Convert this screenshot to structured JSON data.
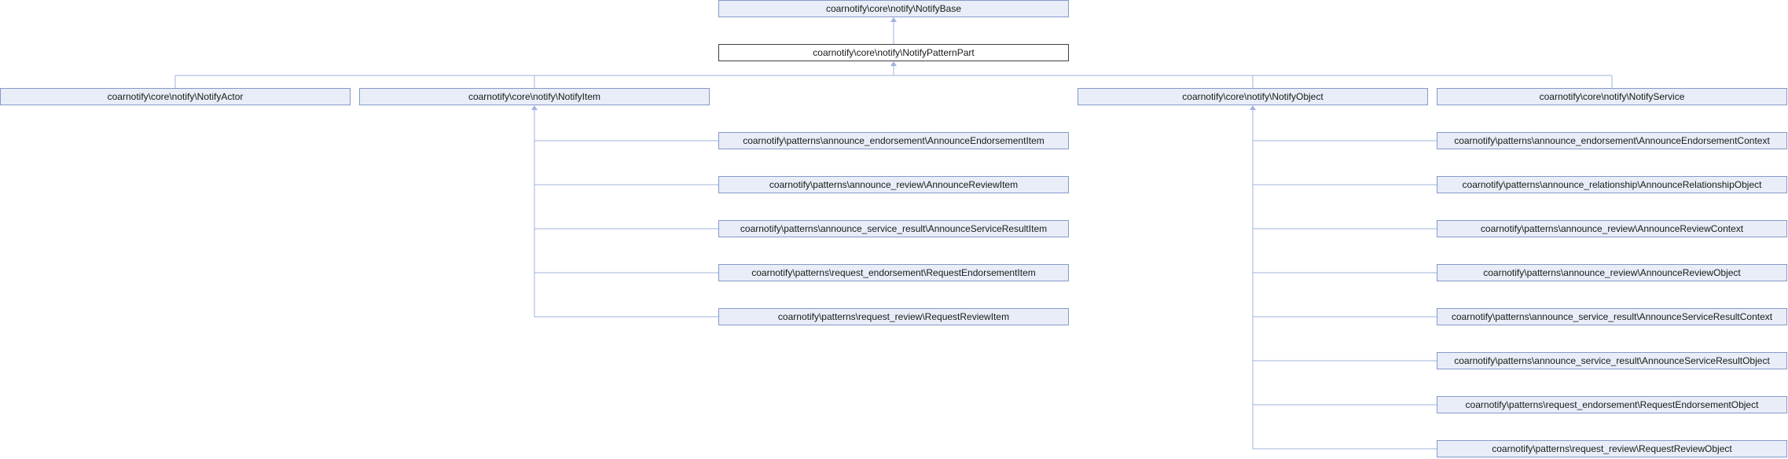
{
  "diagram": {
    "colors": {
      "node_fill": "#e8edf7",
      "node_border": "#8699c9",
      "current_fill": "#ffffff",
      "current_border": "#404040",
      "edge": "#9fb3dd"
    },
    "nodes": {
      "notify_base": "coarnotify\\core\\notify\\NotifyBase",
      "notify_pattern_part": "coarnotify\\core\\notify\\NotifyPatternPart",
      "notify_actor": "coarnotify\\core\\notify\\NotifyActor",
      "notify_item": "coarnotify\\core\\notify\\NotifyItem",
      "notify_object": "coarnotify\\core\\notify\\NotifyObject",
      "notify_service": "coarnotify\\core\\notify\\NotifyService",
      "announce_endorsement_item": "coarnotify\\patterns\\announce_endorsement\\AnnounceEndorsementItem",
      "announce_review_item": "coarnotify\\patterns\\announce_review\\AnnounceReviewItem",
      "announce_service_result_item": "coarnotify\\patterns\\announce_service_result\\AnnounceServiceResultItem",
      "request_endorsement_item": "coarnotify\\patterns\\request_endorsement\\RequestEndorsementItem",
      "request_review_item": "coarnotify\\patterns\\request_review\\RequestReviewItem",
      "announce_endorsement_context": "coarnotify\\patterns\\announce_endorsement\\AnnounceEndorsementContext",
      "announce_relationship_object": "coarnotify\\patterns\\announce_relationship\\AnnounceRelationshipObject",
      "announce_review_context": "coarnotify\\patterns\\announce_review\\AnnounceReviewContext",
      "announce_review_object": "coarnotify\\patterns\\announce_review\\AnnounceReviewObject",
      "announce_service_result_context": "coarnotify\\patterns\\announce_service_result\\AnnounceServiceResultContext",
      "announce_service_result_object": "coarnotify\\patterns\\announce_service_result\\AnnounceServiceResultObject",
      "request_endorsement_object": "coarnotify\\patterns\\request_endorsement\\RequestEndorsementObject",
      "request_review_object": "coarnotify\\patterns\\request_review\\RequestReviewObject"
    }
  }
}
